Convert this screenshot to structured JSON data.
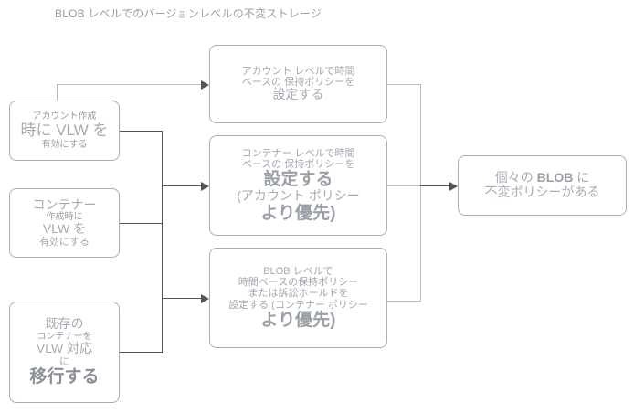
{
  "diagram": {
    "title": "BLOB レベルでのバージョンレベルの不変ストレージ",
    "colors": {
      "background": "#ffffff",
      "node_border": "#a9aeb6",
      "node_text": "#a2a7af",
      "connector": "#4e5560",
      "connector_light": "#b9bdc3",
      "title_text": "#9b9fa6"
    },
    "sources": [
      {
        "id": "account-create-vlw",
        "lines": [
          "アカウント作成",
          "時に VLW を",
          "有効にする"
        ]
      },
      {
        "id": "container-create-vlw",
        "lines": [
          "コンテナー",
          "作成時に",
          "VLW を",
          "有効にする"
        ]
      },
      {
        "id": "existing-container-migrate",
        "lines": [
          "既存の",
          "コンテナーを",
          "VLW 対応",
          "に",
          "移行する"
        ]
      }
    ],
    "policies": [
      {
        "id": "account-level-policy",
        "lines": [
          "アカウント レベルで時間",
          "ベースの 保持ポリシーを",
          "設定する"
        ]
      },
      {
        "id": "container-level-policy",
        "lines": [
          "コンテナー レベルで時間",
          "ベースの 保持ポリシーを",
          "設定する",
          "(アカウント ポリシー",
          "より優先)"
        ]
      },
      {
        "id": "blob-level-policy",
        "lines": [
          "BLOB レベルで",
          "時間ベースの保持ポリシー",
          "または訴訟ホールドを",
          "設定する (コンテナー ポリシー",
          "より優先)"
        ]
      }
    ],
    "result": {
      "id": "blob-immutable-policy",
      "line1_prefix": "個々の ",
      "line1_bold": "BLOB",
      "line1_suffix": " に",
      "line2": "不変ポリシーがある"
    }
  }
}
